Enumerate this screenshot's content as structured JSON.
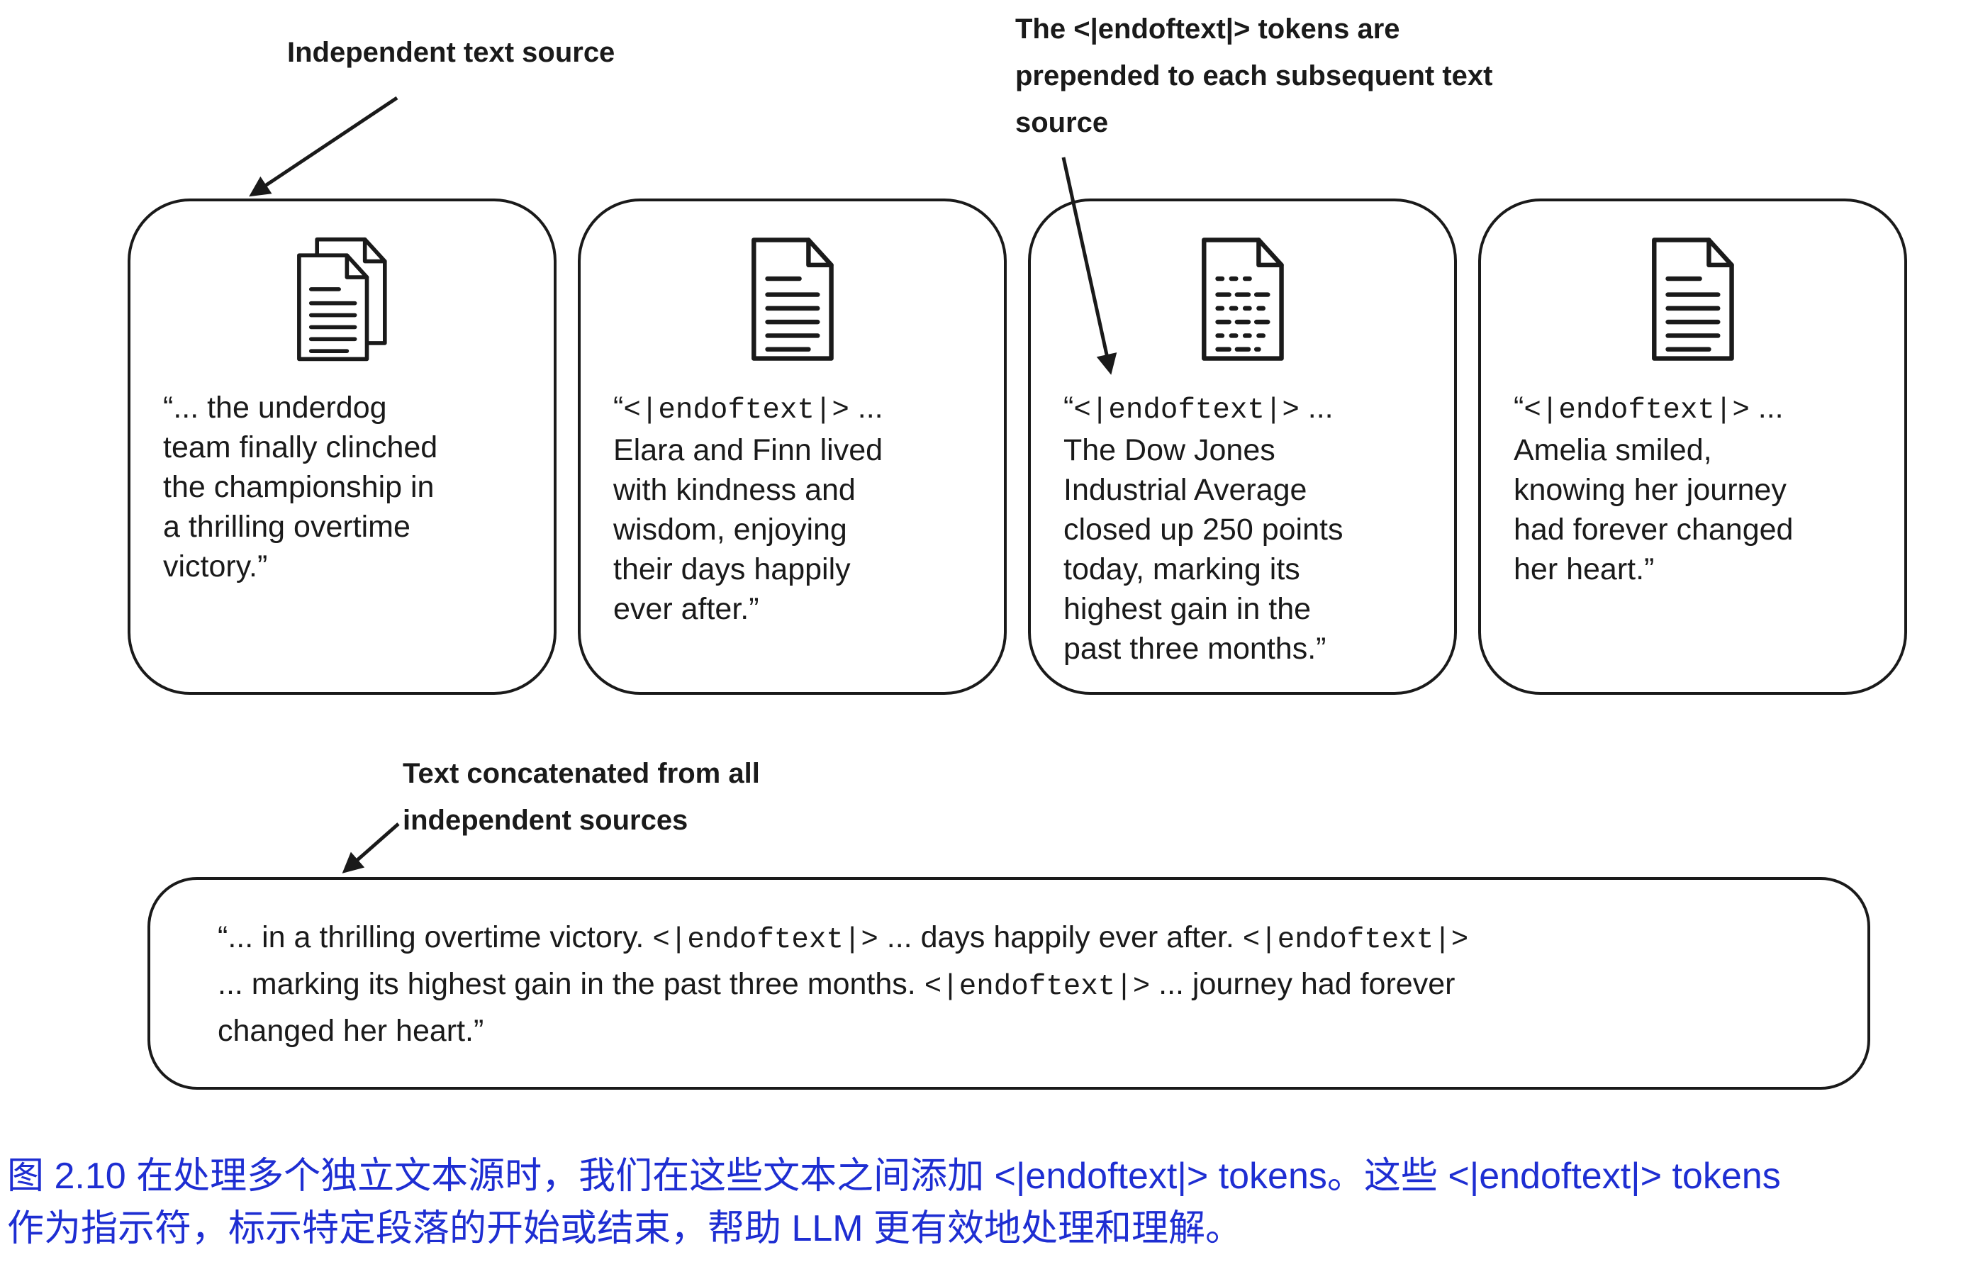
{
  "annotations": {
    "independent": "Independent text source",
    "prepended": "The <|endoftext|> tokens are prepended to each subsequent text source",
    "concatenated_line1": "Text concatenated from all",
    "concatenated_line2": "independent sources"
  },
  "boxes": [
    {
      "icon": "double-document-icon",
      "segments": [
        {
          "t": "“... the underdog"
        },
        {
          "br": true
        },
        {
          "t": "team finally clinched"
        },
        {
          "br": true
        },
        {
          "t": "the championship in"
        },
        {
          "br": true
        },
        {
          "t": "a thrilling overtime"
        },
        {
          "br": true
        },
        {
          "t": "victory.”"
        }
      ]
    },
    {
      "icon": "document-icon",
      "segments": [
        {
          "t": "“"
        },
        {
          "t": "<|endoftext|>",
          "mono": true
        },
        {
          "t": " ..."
        },
        {
          "br": true
        },
        {
          "t": "Elara and Finn lived"
        },
        {
          "br": true
        },
        {
          "t": "with kindness and"
        },
        {
          "br": true
        },
        {
          "t": "wisdom, enjoying"
        },
        {
          "br": true
        },
        {
          "t": "their days happily"
        },
        {
          "br": true
        },
        {
          "t": "ever after.”"
        }
      ]
    },
    {
      "icon": "document-dashed-icon",
      "segments": [
        {
          "t": "“"
        },
        {
          "t": "<|endoftext|>",
          "mono": true
        },
        {
          "t": " ..."
        },
        {
          "br": true
        },
        {
          "t": "The Dow Jones"
        },
        {
          "br": true
        },
        {
          "t": "Industrial Average"
        },
        {
          "br": true
        },
        {
          "t": "closed up 250 points"
        },
        {
          "br": true
        },
        {
          "t": "today, marking its"
        },
        {
          "br": true
        },
        {
          "t": "highest gain in the"
        },
        {
          "br": true
        },
        {
          "t": "past three months.”"
        }
      ]
    },
    {
      "icon": "document-icon",
      "segments": [
        {
          "t": "“"
        },
        {
          "t": "<|endoftext|>",
          "mono": true
        },
        {
          "t": " ..."
        },
        {
          "br": true
        },
        {
          "t": "Amelia smiled,"
        },
        {
          "br": true
        },
        {
          "t": "knowing her journey"
        },
        {
          "br": true
        },
        {
          "t": "had forever changed"
        },
        {
          "br": true
        },
        {
          "t": "her heart.”"
        }
      ]
    }
  ],
  "concatenated": {
    "segments": [
      {
        "t": "“... in a thrilling overtime victory. "
      },
      {
        "t": "<|endoftext|>",
        "mono": true
      },
      {
        "t": " ... days happily ever after. "
      },
      {
        "t": "<|endoftext|>",
        "mono": true
      },
      {
        "br": true
      },
      {
        "t": "... marking its highest gain in the past three months. "
      },
      {
        "t": "<|endoftext|>",
        "mono": true
      },
      {
        "t": " ... journey had forever"
      },
      {
        "br": true
      },
      {
        "t": "changed her heart.”"
      }
    ]
  },
  "caption": {
    "color": "#1e2ed2",
    "lines": [
      "图 2.10 在处理多个独立文本源时，我们在这些文本之间添加 <|endoftext|> tokens。这些 <|endoftext|> tokens",
      "作为指示符，标示特定段落的开始或结束，帮助 LLM 更有效地处理和理解。"
    ]
  },
  "colors": {
    "ink": "#1a1a1a",
    "background": "#ffffff"
  }
}
